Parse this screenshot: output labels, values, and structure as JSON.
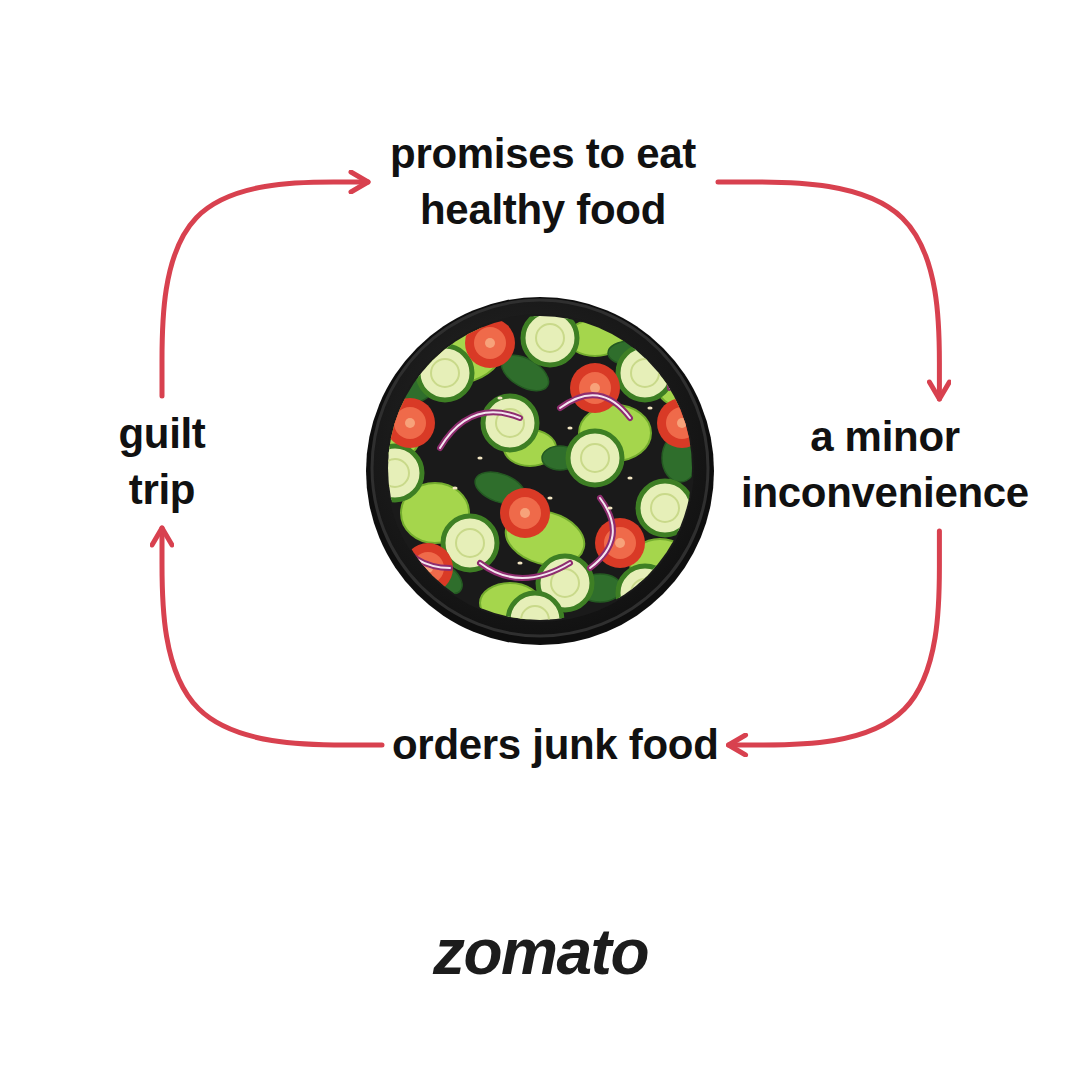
{
  "diagram": {
    "nodes": [
      {
        "text": [
          "promises to eat healthy food"
        ]
      },
      {
        "text": [
          "a minor inconvenience"
        ]
      },
      {
        "text": [
          "orders junk food"
        ]
      },
      {
        "text": [
          "guilt trip"
        ]
      }
    ],
    "edges": [
      {
        "from": 0,
        "to": 1,
        "arrow": "to"
      },
      {
        "from": 1,
        "to": 2,
        "arrow": "to"
      },
      {
        "from": 2,
        "to": 3,
        "arrow": "to"
      },
      {
        "from": 3,
        "to": 0,
        "arrow": "to"
      }
    ],
    "labels": [
      "zomato"
    ]
  }
}
